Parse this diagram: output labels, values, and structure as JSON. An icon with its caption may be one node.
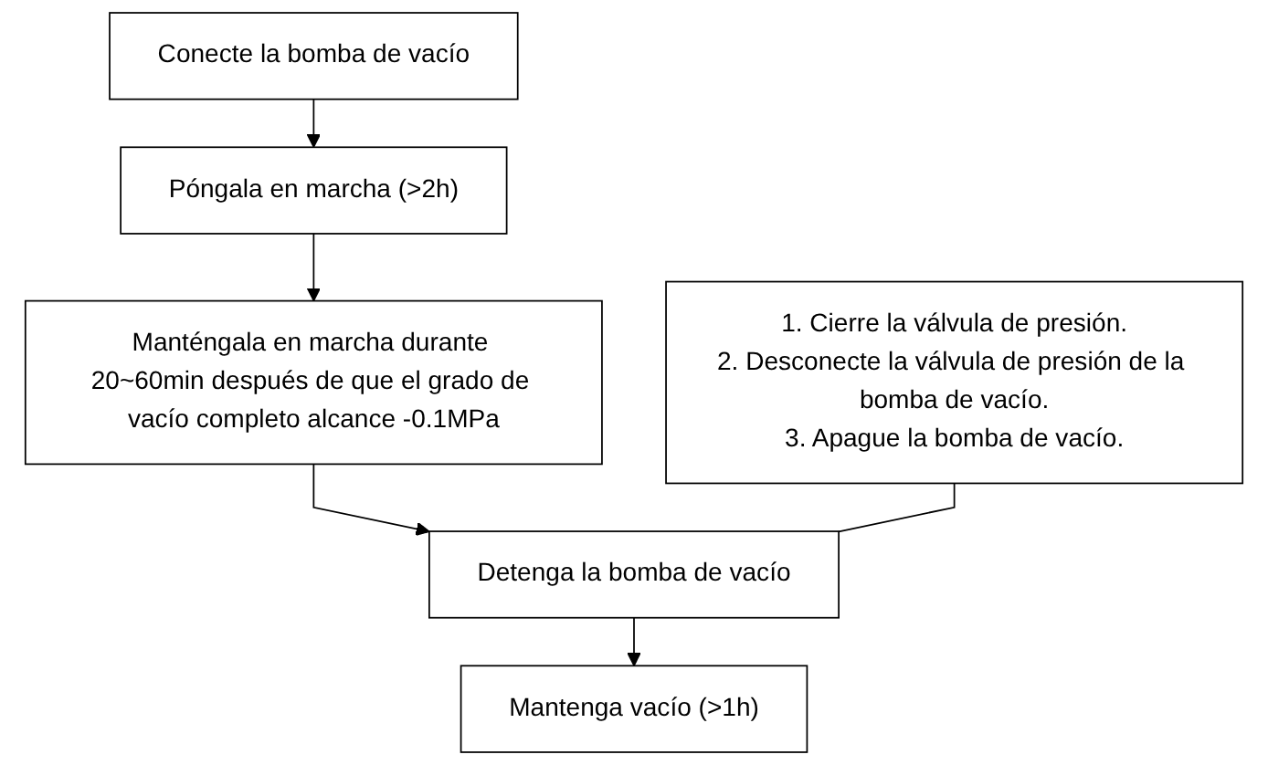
{
  "diagram": {
    "nodes": [
      {
        "text": [
          "Conecte la bomba de vacío"
        ]
      },
      {
        "text": [
          "Póngala en marcha (>2h)"
        ]
      },
      {
        "text": [
          "Manténgala en marcha durante 20~60min después de que el grado de vacío completo alcance -0.1MPa"
        ]
      },
      {
        "text": [
          "Detenga la bomba de vacío"
        ]
      },
      {
        "text": [
          "1. Cierre la válvula de presión.",
          "2. Desconecte la válvula de presión de la bomba de vacío.",
          "3. Apague la bomba de vacío."
        ]
      },
      {
        "text": [
          "Mantenga vacío (>1h)"
        ]
      }
    ],
    "edges": [
      {
        "from": 0,
        "to": 1,
        "arrow": "to"
      },
      {
        "from": 1,
        "to": 2,
        "arrow": "to"
      },
      {
        "from": 2,
        "to": 3,
        "arrow": "to"
      },
      {
        "from": 4,
        "to": 3,
        "arrow": "none"
      },
      {
        "from": 3,
        "to": 5,
        "arrow": "to"
      }
    ]
  }
}
